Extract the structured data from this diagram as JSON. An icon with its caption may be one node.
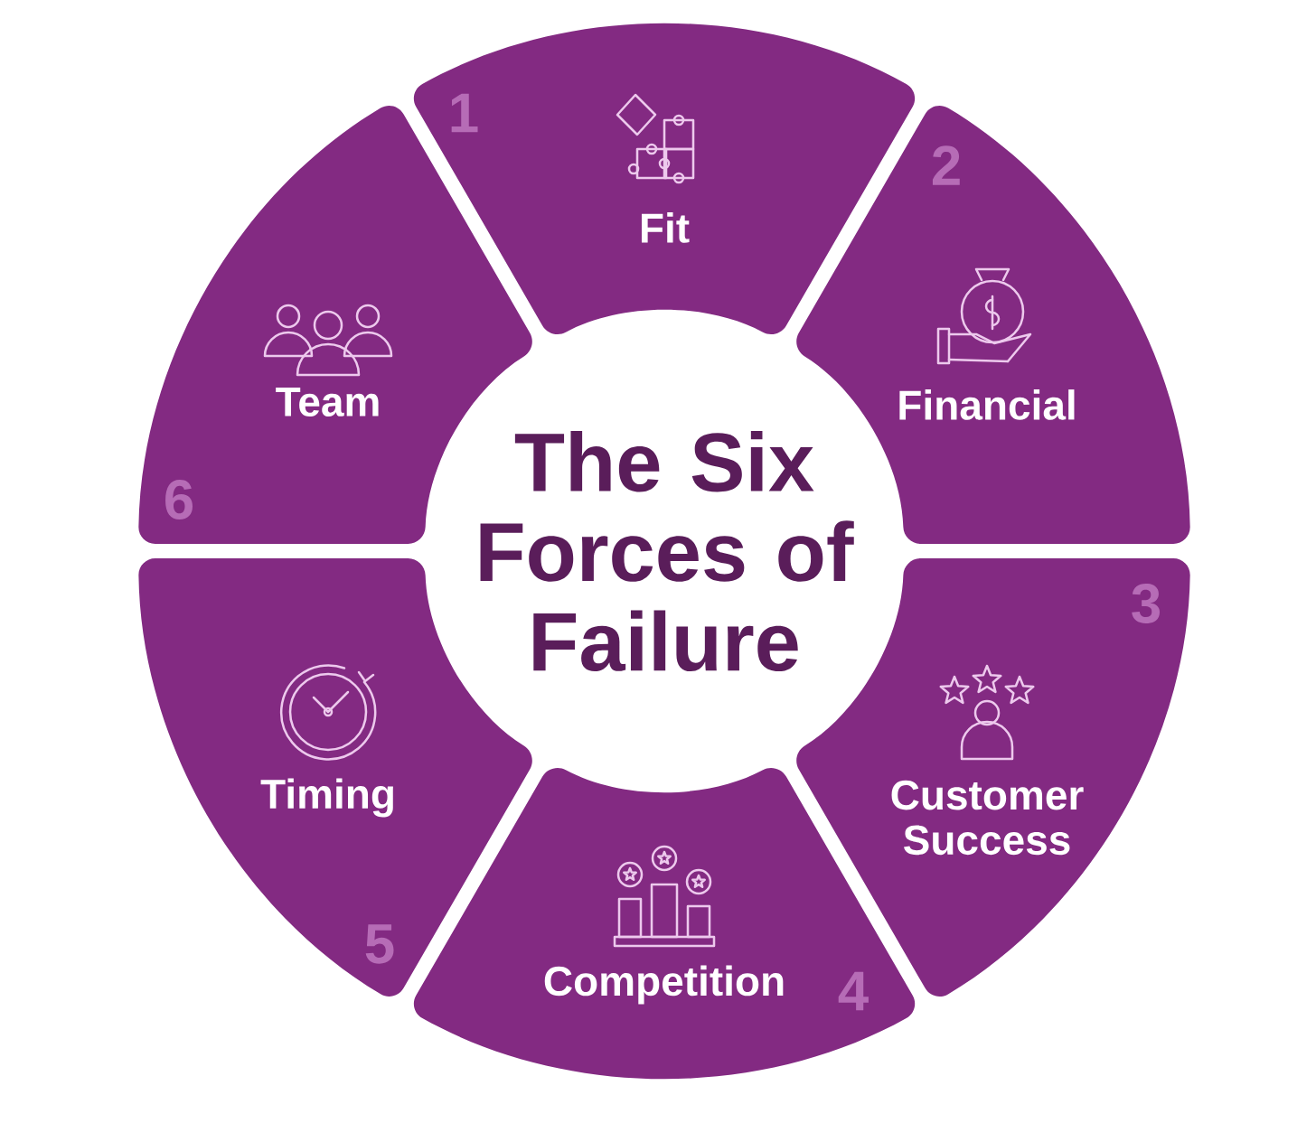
{
  "diagram": {
    "nodes": [
      {
        "text": [
          "The Six Forces of Failure"
        ]
      },
      {
        "text": [
          "1",
          "Fit"
        ]
      },
      {
        "text": [
          "2",
          "Financial"
        ]
      },
      {
        "text": [
          "3",
          "Customer Success"
        ]
      },
      {
        "text": [
          "Competition",
          "4"
        ]
      },
      {
        "text": [
          "Timing",
          "5"
        ]
      },
      {
        "text": [
          "6",
          "Team"
        ]
      }
    ]
  }
}
